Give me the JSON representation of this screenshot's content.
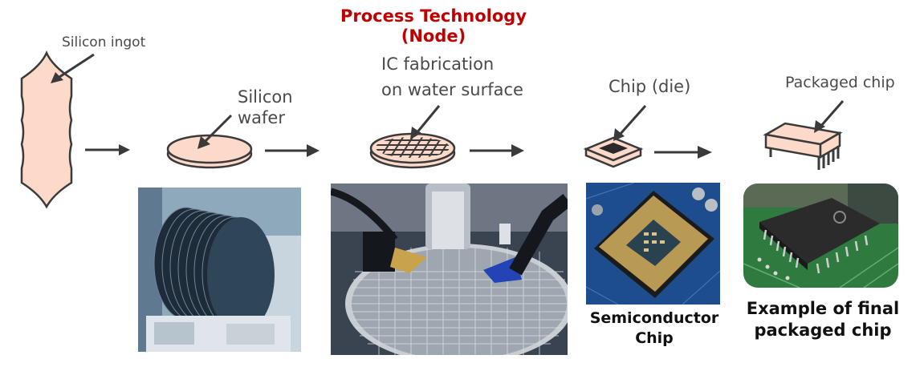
{
  "title": {
    "line1": "Process Technology",
    "line2": "(Node)",
    "color": "#c00000"
  },
  "stages": [
    {
      "id": "ingot",
      "label": "Silicon ingot",
      "icon": "silicon-ingot-icon"
    },
    {
      "id": "wafer",
      "label_line1": "Silicon",
      "label_line2": "wafer",
      "icon": "silicon-wafer-icon"
    },
    {
      "id": "fabrication",
      "label_line1": "IC fabrication",
      "label_line2": "on water surface",
      "icon": "patterned-wafer-icon"
    },
    {
      "id": "die",
      "label": "Chip (die)",
      "icon": "chip-die-icon"
    },
    {
      "id": "packaged",
      "label": "Packaged chip",
      "icon": "packaged-chip-icon"
    }
  ],
  "photos": [
    {
      "id": "wafer-stack",
      "description": "stack of silicon wafers"
    },
    {
      "id": "probe-station",
      "description": "wafer probe station"
    },
    {
      "id": "cpu-socket",
      "description": "CPU in socket",
      "caption_line1": "Semiconductor",
      "caption_line2": "Chip"
    },
    {
      "id": "pcb-chip",
      "description": "packaged chip on PCB",
      "caption_line1": "Example of final",
      "caption_line2": "packaged chip"
    }
  ],
  "colors": {
    "fill": "#fcd9c8",
    "stroke": "#3a3a3a",
    "label": "#4a4a4a"
  }
}
